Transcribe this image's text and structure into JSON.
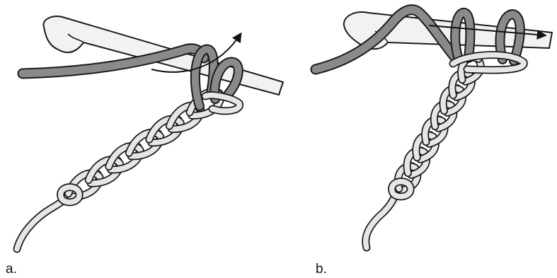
{
  "panels": [
    {
      "id": "a",
      "label": "a."
    },
    {
      "id": "b",
      "label": "b."
    }
  ],
  "colors": {
    "yarn_working": "#8a8a8a",
    "yarn_chain": "#e6e6e6",
    "hook": "#f2f2f2",
    "outline": "#1a1a1a",
    "arrow": "#111111"
  },
  "icons": [
    "crochet-hook-icon",
    "yarn-chain-icon",
    "direction-arrow-icon"
  ]
}
